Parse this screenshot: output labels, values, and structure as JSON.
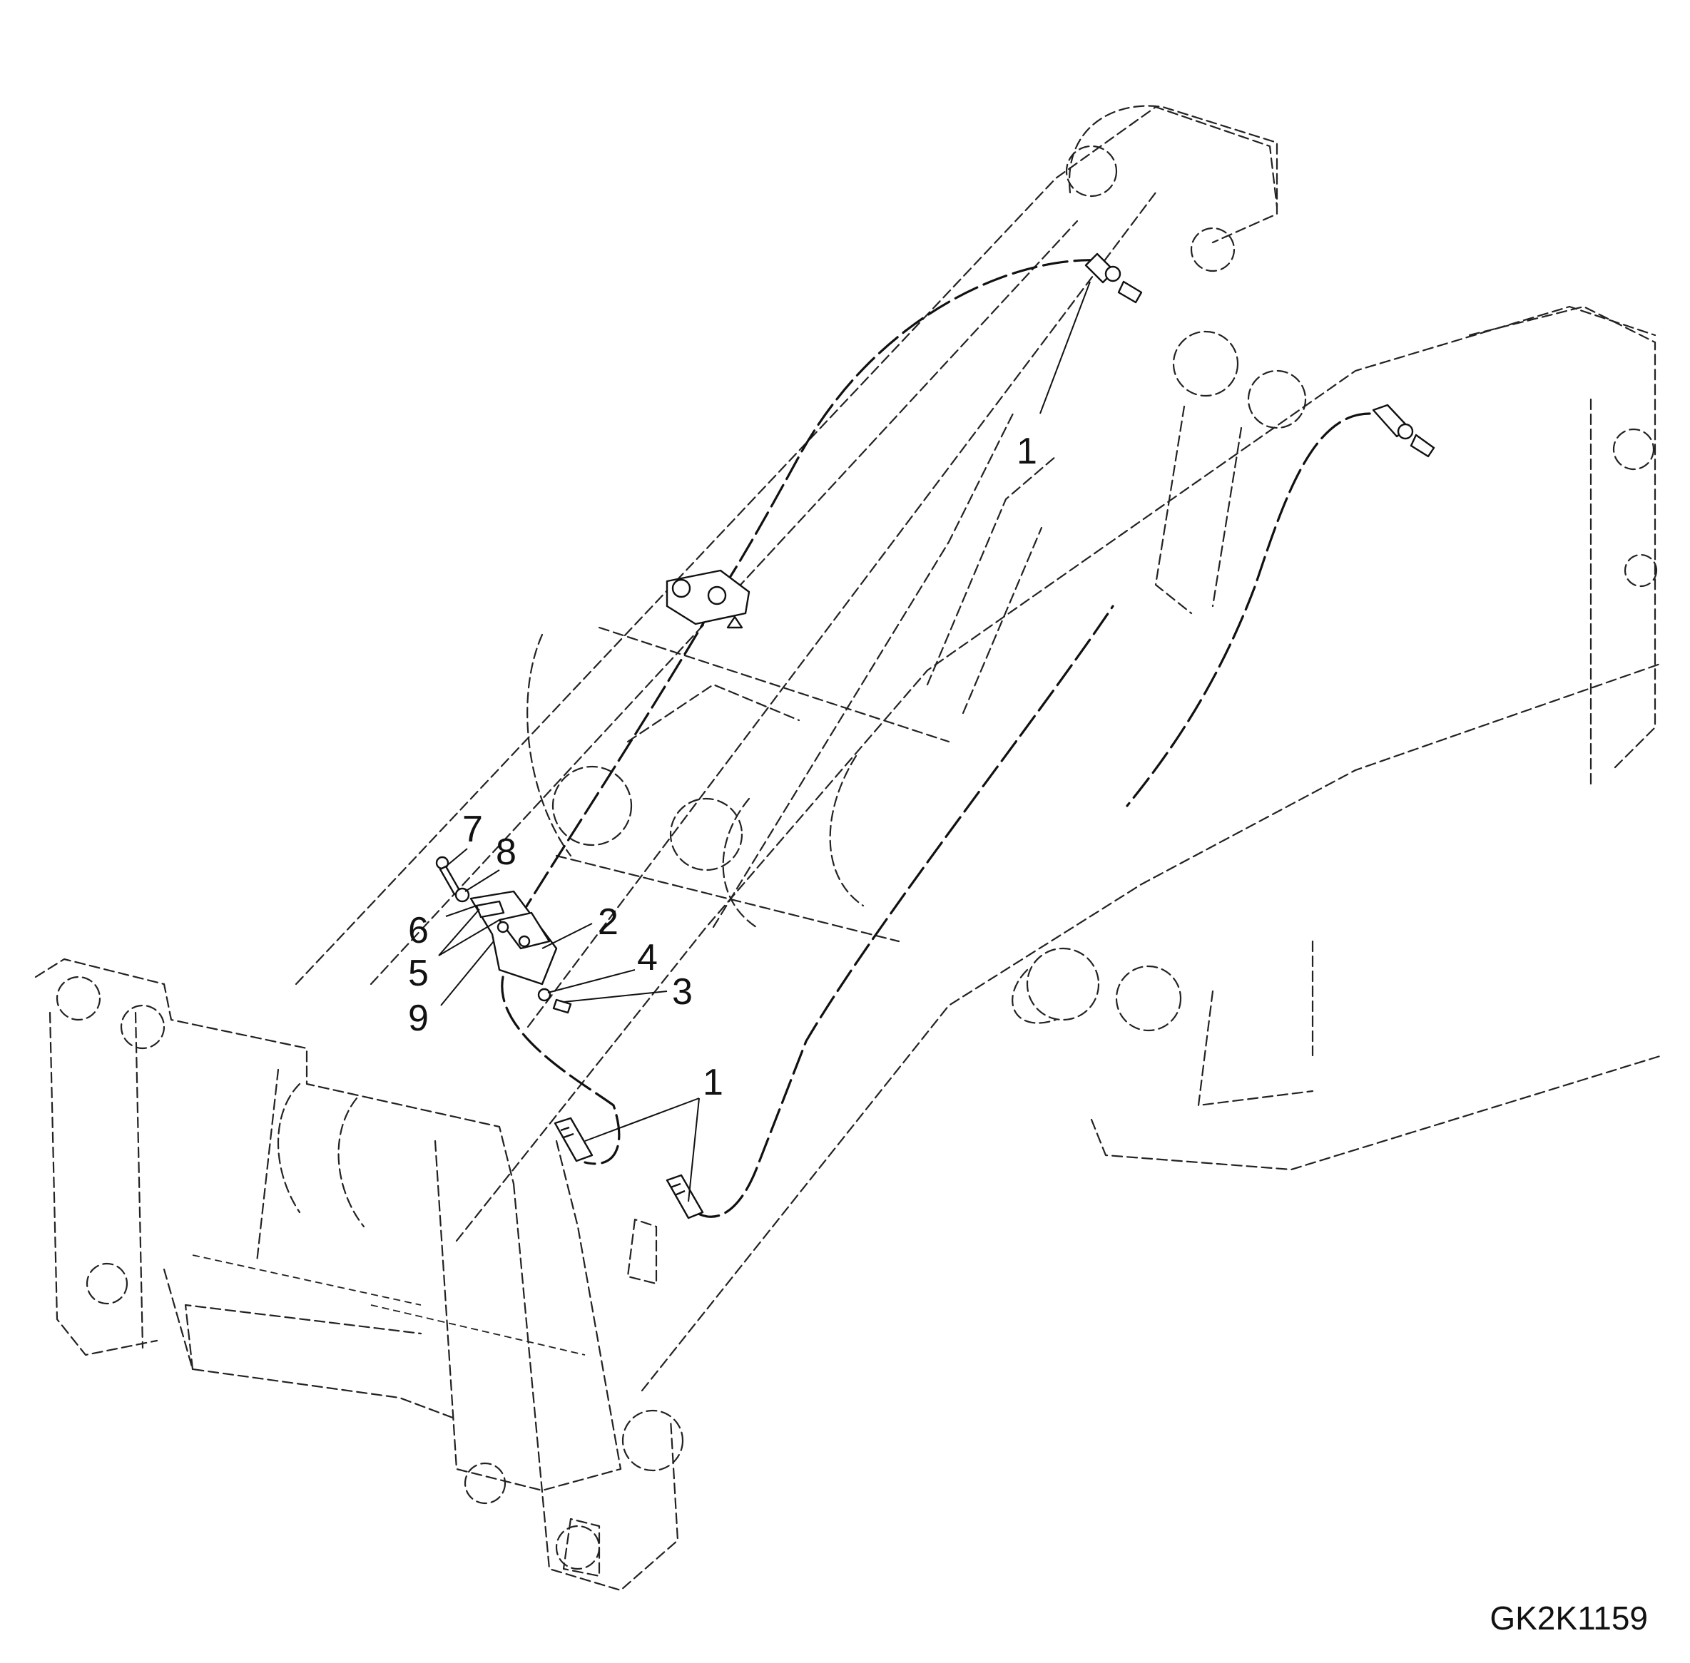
{
  "drawing": {
    "reference_code": "GK2K1159"
  },
  "callouts": {
    "c1_upper": "1",
    "c1_lower": "1",
    "c2": "2",
    "c3": "3",
    "c4": "4",
    "c5": "5",
    "c6": "6",
    "c7": "7",
    "c8": "8",
    "c9": "9"
  }
}
